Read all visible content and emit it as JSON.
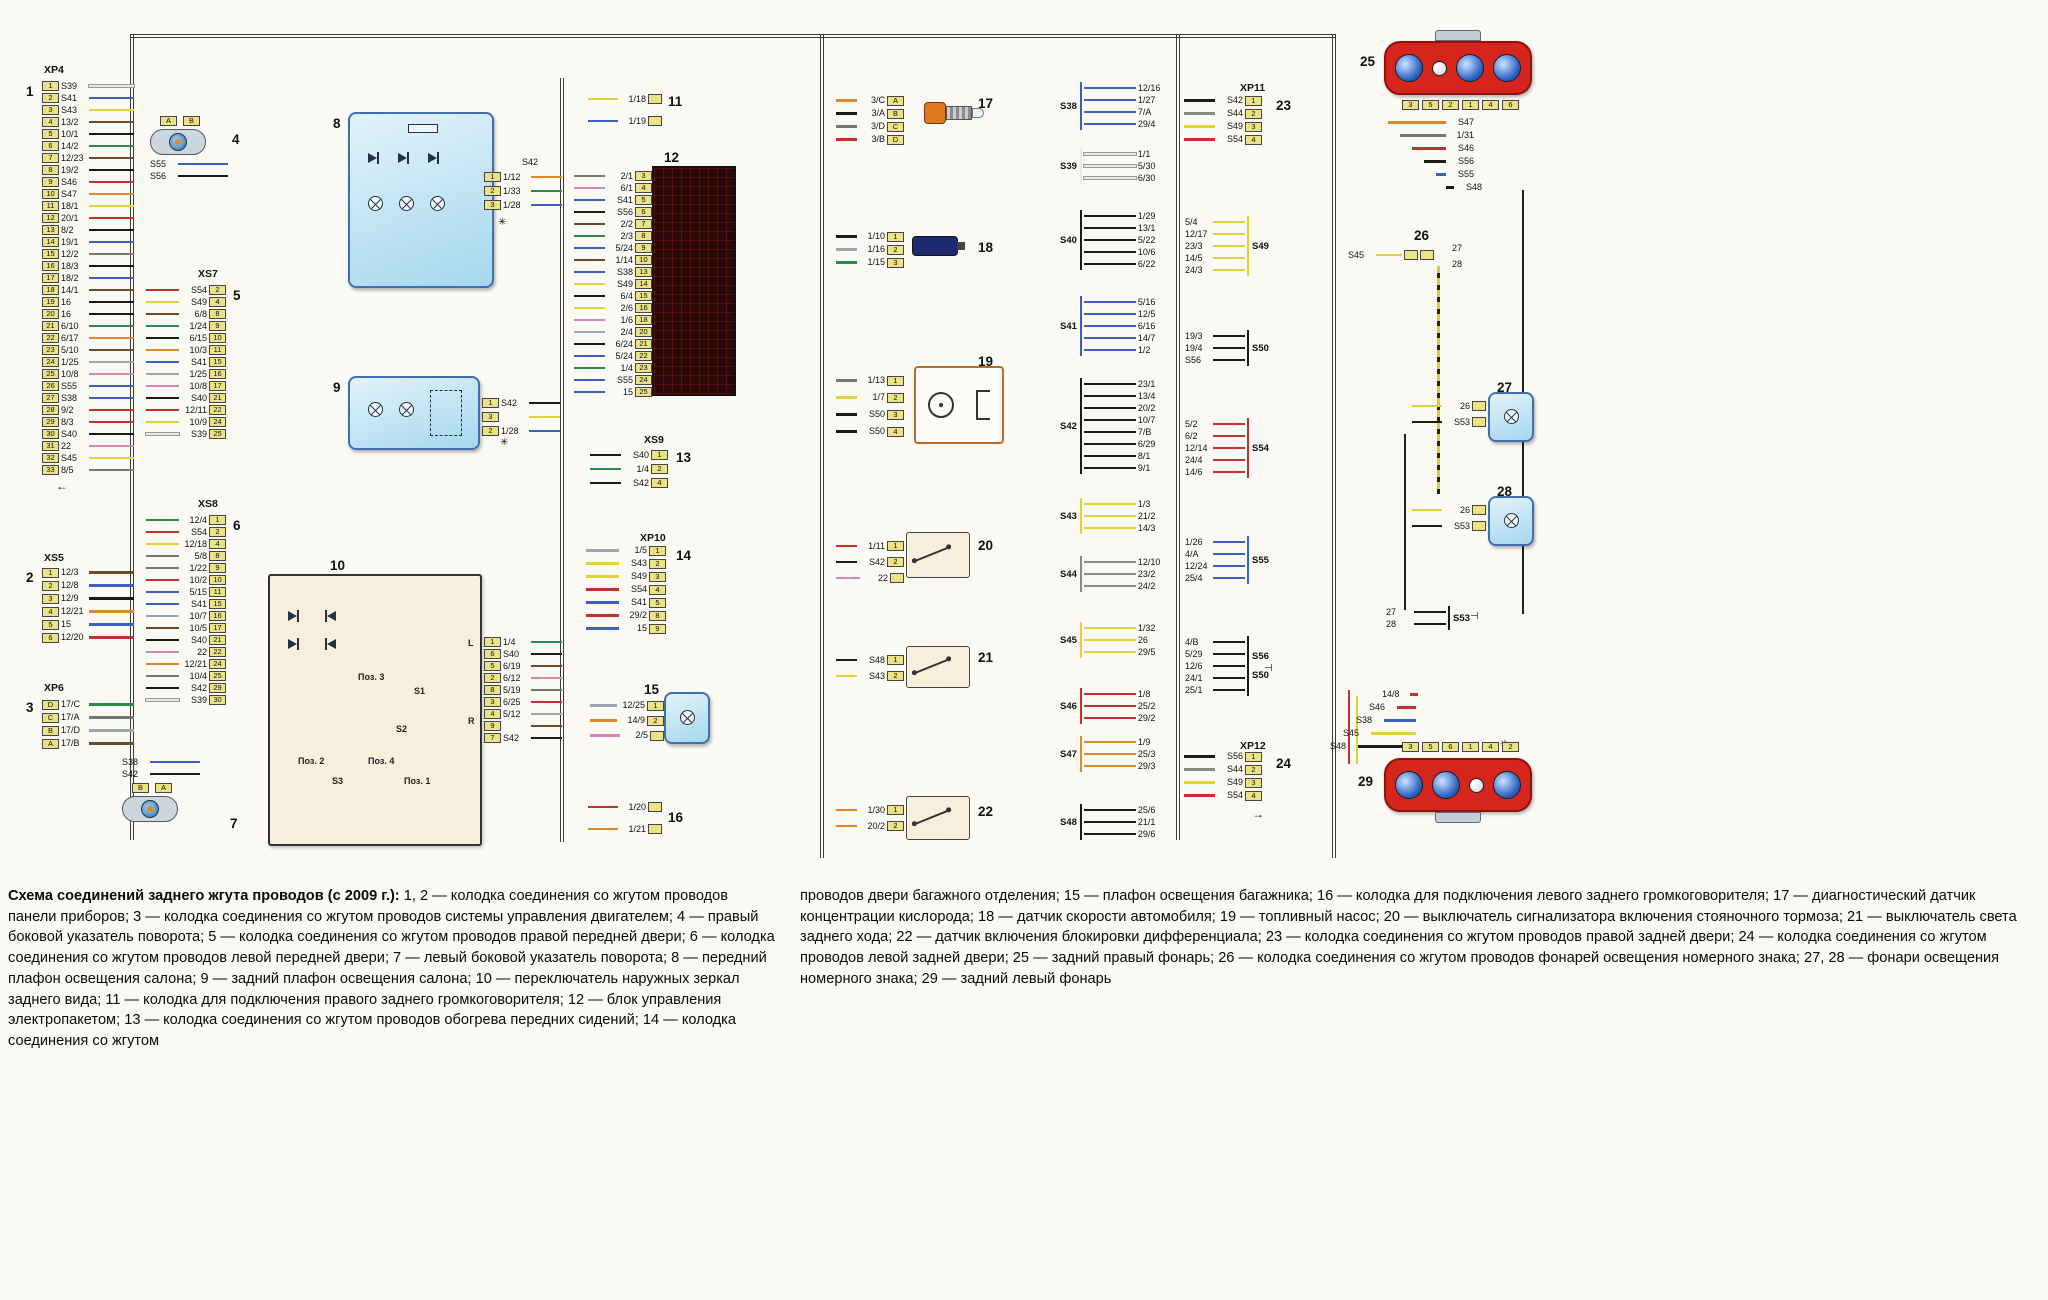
{
  "caption": {
    "intro": "Схема соединений заднего жгута проводов (с 2009 г.):",
    "col1": " 1, 2 — колодка соединения со жгутом проводов панели приборов; 3 — колодка соединения со жгутом проводов системы управления двигателем; 4 — правый боковой указатель поворота; 5 — колодка соединения со жгутом проводов правой передней двери; 6 — колодка соединения со жгутом проводов левой передней двери; 7 — левый боковой указатель поворота; 8 — передний плафон освещения салона; 9 — задний плафон освещения салона; 10 — переключатель наружных зеркал заднего вида; 11 — колодка для подключения правого заднего громкоговорителя; 12 — блок управления электропакетом; 13 — колодка соединения со жгутом проводов обогрева передних сидений; 14 — колодка соединения со жгутом",
    "col2": "проводов двери багажного отделения; 15 — плафон освещения багажника; 16 — колодка для подключения левого заднего громкоговорителя; 17 — диагностический датчик концентрации кислорода; 18 — датчик скорости автомобиля; 19 — топливный насос; 20 — выключатель сигнализатора включения стояночного тормоза; 21 — выключатель света заднего хода; 22 — датчик включения блокировки дифференциала; 23 — колодка соединения со жгутом проводов правой задней двери; 24 — колодка соединения со жгутом проводов левой задней двери; 25 — задний правый фонарь; 26 — колодка соединения со жгутом проводов фонарей освещения номерного знака; 27, 28 — фонари освещения номерного знака; 29 — задний левый фонарь"
  },
  "icons": {
    "asterisk": "✳",
    "arrow_left": "←",
    "arrow_right": "→",
    "ground": "⊣"
  },
  "connectors": {
    "xp4": {
      "num": "1",
      "title": "XP4",
      "pins": [
        [
          "1",
          "S39"
        ],
        [
          "2",
          "S41"
        ],
        [
          "3",
          "S43"
        ],
        [
          "4",
          "13/2"
        ],
        [
          "5",
          "10/1"
        ],
        [
          "6",
          "14/2"
        ],
        [
          "7",
          "12/23"
        ],
        [
          "8",
          "19/2"
        ],
        [
          "9",
          "S46"
        ],
        [
          "10",
          "S47"
        ],
        [
          "11",
          "18/1"
        ],
        [
          "12",
          "20/1"
        ],
        [
          "13",
          "8/2"
        ],
        [
          "14",
          "19/1"
        ],
        [
          "15",
          "12/2"
        ],
        [
          "16",
          "18/3"
        ],
        [
          "17",
          "18/2"
        ],
        [
          "18",
          "14/1"
        ],
        [
          "19",
          "16"
        ],
        [
          "20",
          "16"
        ],
        [
          "21",
          "6/10"
        ],
        [
          "22",
          "6/17"
        ],
        [
          "23",
          "5/10"
        ],
        [
          "24",
          "1/25"
        ],
        [
          "25",
          "10/8"
        ],
        [
          "26",
          "S55"
        ],
        [
          "27",
          "S38"
        ],
        [
          "28",
          "9/2"
        ],
        [
          "29",
          "8/3"
        ],
        [
          "30",
          "S40"
        ],
        [
          "31",
          "22"
        ],
        [
          "32",
          "S45"
        ],
        [
          "33",
          "8/5"
        ]
      ]
    },
    "xs5": {
      "num": "2",
      "title": "XS5",
      "pins": [
        [
          "1",
          "12/3"
        ],
        [
          "2",
          "12/8"
        ],
        [
          "3",
          "12/9"
        ],
        [
          "4",
          "12/21"
        ],
        [
          "5",
          "15"
        ],
        [
          "6",
          "12/20"
        ]
      ]
    },
    "xp6": {
      "num": "3",
      "title": "XP6",
      "pins": [
        [
          "D",
          "17/C"
        ],
        [
          "C",
          "17/A"
        ],
        [
          "B",
          "17/D"
        ],
        [
          "A",
          "17/B"
        ]
      ]
    },
    "xs7": {
      "num": "5",
      "title": "XS7",
      "pins": [
        [
          "2",
          "S54"
        ],
        [
          "4",
          "S49"
        ],
        [
          "8",
          "6/8"
        ],
        [
          "9",
          "1/24"
        ],
        [
          "10",
          "6/15"
        ],
        [
          "11",
          "10/3"
        ],
        [
          "15",
          "S41"
        ],
        [
          "16",
          "1/25"
        ],
        [
          "17",
          "10/8"
        ],
        [
          "21",
          "S40"
        ],
        [
          "22",
          "12/11"
        ],
        [
          "24",
          "10/9"
        ],
        [
          "25",
          "S39"
        ]
      ]
    },
    "xs8": {
      "num": "6",
      "title": "XS8",
      "pins": [
        [
          "1",
          "12/4"
        ],
        [
          "2",
          "S54"
        ],
        [
          "4",
          "12/18"
        ],
        [
          "8",
          "5/8"
        ],
        [
          "9",
          "1/22"
        ],
        [
          "10",
          "10/2"
        ],
        [
          "11",
          "5/15"
        ],
        [
          "15",
          "S41"
        ],
        [
          "16",
          "10/7"
        ],
        [
          "17",
          "10/5"
        ],
        [
          "21",
          "S40"
        ],
        [
          "22",
          "22"
        ],
        [
          "24",
          "12/21"
        ],
        [
          "25",
          "10/4"
        ],
        [
          "29",
          "S42"
        ],
        [
          "30",
          "S39"
        ]
      ]
    },
    "c8": {
      "num": "8",
      "extra": "S42",
      "pins": [
        [
          "1",
          "1/12"
        ],
        [
          "2",
          "1/33"
        ],
        [
          "3",
          "1/28"
        ]
      ]
    },
    "c9": {
      "num": "9",
      "pins": [
        [
          "1",
          "S42"
        ],
        [
          "3",
          ""
        ],
        [
          "2",
          "1/28"
        ]
      ]
    },
    "c10": {
      "num": "10",
      "pins": [
        [
          "1",
          "1/4"
        ],
        [
          "6",
          "S40"
        ],
        [
          "5",
          "6/19"
        ],
        [
          "2",
          "6/12"
        ],
        [
          "8",
          "5/19"
        ],
        [
          "3",
          "6/25"
        ],
        [
          "4",
          "5/12"
        ],
        [
          "9",
          ""
        ],
        [
          "7",
          "S42"
        ]
      ],
      "labels": {
        "pos1": "Поз. 1",
        "pos2": "Поз. 2",
        "pos3": "Поз. 3",
        "pos4": "Поз. 4",
        "s1": "S1",
        "s2": "S2",
        "s3": "S3",
        "l": "L",
        "r": "R"
      }
    },
    "c11": {
      "num": "11",
      "wires": [
        "1/18",
        "1/19"
      ]
    },
    "c12": {
      "num": "12",
      "pins": [
        [
          "3",
          "2/1"
        ],
        [
          "4",
          "6/1"
        ],
        [
          "5",
          "S41"
        ],
        [
          "6",
          "S56"
        ],
        [
          "7",
          "2/2"
        ],
        [
          "8",
          "2/3"
        ],
        [
          "9",
          "5/24"
        ],
        [
          "10",
          "1/14"
        ],
        [
          "13",
          "S38"
        ],
        [
          "14",
          "S49"
        ],
        [
          "15",
          "6/4"
        ],
        [
          "16",
          "2/6"
        ],
        [
          "18",
          "1/6"
        ],
        [
          "20",
          "2/4"
        ],
        [
          "21",
          "6/24"
        ],
        [
          "22",
          "5/24"
        ],
        [
          "23",
          "1/4"
        ],
        [
          "24",
          "S55"
        ],
        [
          "25",
          "15"
        ]
      ]
    },
    "xs9": {
      "num": "13",
      "title": "XS9",
      "pins": [
        [
          "1",
          "S40"
        ],
        [
          "2",
          "1/4"
        ],
        [
          "4",
          "S42"
        ]
      ]
    },
    "xp10": {
      "num": "14",
      "title": "XP10",
      "pins": [
        [
          "1",
          "1/5"
        ],
        [
          "2",
          "S43"
        ],
        [
          "3",
          "S49"
        ],
        [
          "4",
          "S54"
        ],
        [
          "5",
          "S41"
        ],
        [
          "8",
          "29/2"
        ],
        [
          "9",
          "15"
        ]
      ]
    },
    "c15": {
      "num": "15",
      "pins": [
        [
          "1",
          "12/25"
        ],
        [
          "2",
          "14/9"
        ],
        [
          "",
          "2/5"
        ]
      ]
    },
    "c16": {
      "num": "16",
      "wires": [
        "1/20",
        "1/21"
      ]
    },
    "c17": {
      "num": "17",
      "pins": [
        [
          "A",
          "3/C"
        ],
        [
          "B",
          "3/A"
        ],
        [
          "C",
          "3/D"
        ],
        [
          "D",
          "3/B"
        ]
      ]
    },
    "c18": {
      "num": "18",
      "pins": [
        [
          "1",
          "1/10"
        ],
        [
          "2",
          "1/16"
        ],
        [
          "3",
          "1/15"
        ]
      ]
    },
    "c19": {
      "num": "19",
      "pins": [
        [
          "1",
          "1/13"
        ],
        [
          "2",
          "1/7"
        ],
        [
          "3",
          "S50"
        ],
        [
          "4",
          "S50"
        ]
      ]
    },
    "c20": {
      "num": "20",
      "pins": [
        [
          "1",
          "1/11"
        ],
        [
          "2",
          "S42"
        ],
        [
          "",
          "22"
        ]
      ]
    },
    "c21": {
      "num": "21",
      "pins": [
        [
          "1",
          "S48"
        ],
        [
          "2",
          "S43"
        ]
      ]
    },
    "c22": {
      "num": "22",
      "pins": [
        [
          "1",
          "1/30"
        ],
        [
          "2",
          "20/2"
        ]
      ]
    },
    "xp11": {
      "num": "23",
      "title": "XP11",
      "pins": [
        [
          "1",
          "S42"
        ],
        [
          "2",
          "S44"
        ],
        [
          "3",
          "S49"
        ],
        [
          "4",
          "S54"
        ]
      ]
    },
    "xp12": {
      "num": "24",
      "title": "XP12",
      "pins": [
        [
          "1",
          "S56"
        ],
        [
          "2",
          "S44"
        ],
        [
          "3",
          "S49"
        ],
        [
          "4",
          "S54"
        ]
      ]
    }
  },
  "mirrors": {
    "c4": {
      "num": "4",
      "pa": "A",
      "pb": "B",
      "w1": "S55",
      "w2": "S56"
    },
    "c7": {
      "num": "7",
      "pa": "B",
      "pb": "A",
      "w1": "S38",
      "w2": "S42"
    }
  },
  "splices": {
    "s38": {
      "name": "S38",
      "nodeSide": "left",
      "wires": [
        "12/16",
        "1/27",
        "7/A",
        "29/4"
      ]
    },
    "s39": {
      "name": "S39",
      "nodeSide": "left",
      "wires": [
        "1/1",
        "5/30",
        "6/30"
      ]
    },
    "s40": {
      "name": "S40",
      "nodeSide": "left",
      "wires": [
        "1/29",
        "13/1",
        "5/22",
        "10/6",
        "6/22"
      ]
    },
    "s41": {
      "name": "S41",
      "nodeSide": "left",
      "wires": [
        "5/16",
        "12/5",
        "6/16",
        "14/7",
        "1/2"
      ]
    },
    "s42": {
      "name": "S42",
      "nodeSide": "left",
      "wires": [
        "23/1",
        "13/4",
        "20/2",
        "10/7",
        "7/B",
        "6/29",
        "8/1",
        "9/1"
      ]
    },
    "s43": {
      "name": "S43",
      "nodeSide": "left",
      "wires": [
        "1/3",
        "21/2",
        "14/3"
      ]
    },
    "s44": {
      "name": "S44",
      "nodeSide": "left",
      "wires": [
        "12/10",
        "23/2",
        "24/2"
      ]
    },
    "s45": {
      "name": "S45",
      "nodeSide": "left",
      "wires": [
        "1/32",
        "26",
        "29/5"
      ]
    },
    "s46": {
      "name": "S46",
      "nodeSide": "left",
      "wires": [
        "1/8",
        "25/2",
        "29/2"
      ]
    },
    "s47": {
      "name": "S47",
      "nodeSide": "left",
      "wires": [
        "1/9",
        "25/3",
        "29/3"
      ]
    },
    "s48": {
      "name": "S48",
      "nodeSide": "left",
      "wires": [
        "25/6",
        "21/1",
        "29/6"
      ]
    },
    "s49": {
      "name": "S49",
      "nodeSide": "right",
      "wires": [
        "5/4",
        "12/17",
        "23/3",
        "14/5",
        "24/3"
      ]
    },
    "s50": {
      "name": "S50",
      "nodeSide": "right",
      "wires": [
        "19/3",
        "19/4",
        "S56"
      ]
    },
    "s54": {
      "name": "S54",
      "nodeSide": "right",
      "wires": [
        "5/2",
        "6/2",
        "12/14",
        "24/4",
        "14/6"
      ]
    },
    "s55": {
      "name": "S55",
      "nodeSide": "right",
      "wires": [
        "1/26",
        "4/A",
        "12/24",
        "25/4"
      ]
    },
    "s56": {
      "name": "S56",
      "name2": "S50",
      "nodeSide": "right",
      "wires": [
        "4/B",
        "5/29",
        "12/6",
        "24/1",
        "25/1"
      ]
    },
    "s53": {
      "name": "S53",
      "nodeSide": "right",
      "wires": [
        "27",
        "28"
      ]
    }
  },
  "lamps": {
    "c25": {
      "num": "25",
      "pins": [
        "3",
        "5",
        "2",
        "1",
        "4",
        "6"
      ],
      "wires": [
        "S47",
        "1/31",
        "S46",
        "S56",
        "S55",
        "S48"
      ]
    },
    "c26": {
      "num": "26",
      "wire_in": "S45",
      "out1": "27",
      "out2": "28"
    },
    "c27": {
      "num": "27",
      "wires": [
        "26",
        "S53"
      ]
    },
    "c28": {
      "num": "28",
      "wires": [
        "26",
        "S53"
      ]
    },
    "c29": {
      "num": "29",
      "pins": [
        "3",
        "5",
        "6",
        "1",
        "4",
        "2"
      ],
      "wires": [
        "14/8",
        "S46",
        "S38",
        "S45",
        "S48"
      ]
    }
  }
}
